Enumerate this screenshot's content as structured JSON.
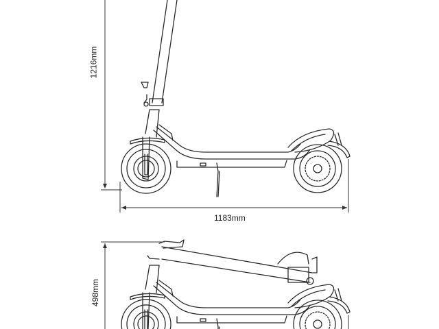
{
  "dimensions": {
    "unfolded_height": "1216mm",
    "length": "1183mm",
    "folded_height": "498mm"
  },
  "colors": {
    "line": "#2a2a2a",
    "background": "#ffffff"
  }
}
